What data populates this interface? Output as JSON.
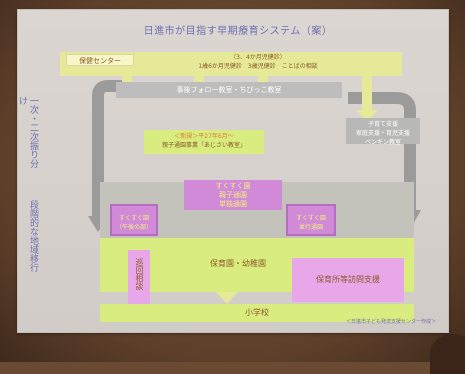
{
  "title": "日進市が目指す早期療育システム（案）",
  "side_labels": {
    "top": "一次・二次振り分け",
    "bottom": "段階的な地域移行"
  },
  "health_center": {
    "label": "保健センター",
    "detail_line1": "（3、4か月児健診）",
    "detail_line2": "1歳6か月児健診　3歳児健診　ことばの相談"
  },
  "follow_up": {
    "label": "事後フォロー教室・ちびっこ教室"
  },
  "new_program": {
    "line1": "＜新規＞平27年6月～",
    "line2": "親子通園事業「あじさい教室」"
  },
  "family_support": {
    "line1": "子育て支援",
    "line2": "家庭支援・育児支援",
    "line3": "ペンギン教室"
  },
  "sukusuku_main": {
    "line1": "すくすく園",
    "line2": "親子通園",
    "line3": "単独通園"
  },
  "sukusuku_left": {
    "line1": "すくすく園",
    "line2": "（午後の部）"
  },
  "sukusuku_right": {
    "line1": "すくすく園",
    "line2": "並行通園"
  },
  "nursery": {
    "label": "保育園・幼稚園"
  },
  "transition_consult": {
    "label": "巡回相談"
  },
  "visit_support": {
    "label": "保育所等訪問支援"
  },
  "elementary": {
    "label": "小学校"
  },
  "footer": {
    "credit": "＜日進市子ども発達支援センター作成＞"
  }
}
